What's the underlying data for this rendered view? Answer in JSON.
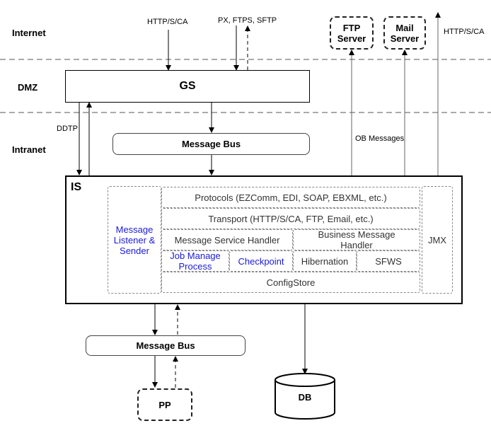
{
  "zones": {
    "internet": "Internet",
    "dmz": "DMZ",
    "intranet": "Intranet"
  },
  "labels": {
    "http_in": "HTTP/S/CA",
    "px_ftps": "PX, FTPS, SFTP",
    "http_out": "HTTP/S/CA",
    "ddtp": "DDTP",
    "ob_messages": "OB Messages"
  },
  "boxes": {
    "ftp_server": "FTP Server",
    "mail_server": "Mail Server",
    "gs": "GS",
    "message_bus_top": "Message Bus",
    "is": "IS",
    "message_bus_bottom": "Message Bus",
    "pp": "PP",
    "db": "DB"
  },
  "is_components": {
    "message_listener": "Message Listener & Sender",
    "protocols": "Protocols (EZComm, EDI, SOAP, EBXML, etc.)",
    "transport": "Transport (HTTP/S/CA, FTP, Email, etc.)",
    "message_service_handler": "Message Service Handler",
    "business_message_handler": "Business Message Handler",
    "job_manage_process": "Job Manage Process",
    "checkpoint": "Checkpoint",
    "hibernation": "Hibernation",
    "sfws": "SFWS",
    "configstore": "ConfigStore",
    "jmx": "JMX"
  }
}
